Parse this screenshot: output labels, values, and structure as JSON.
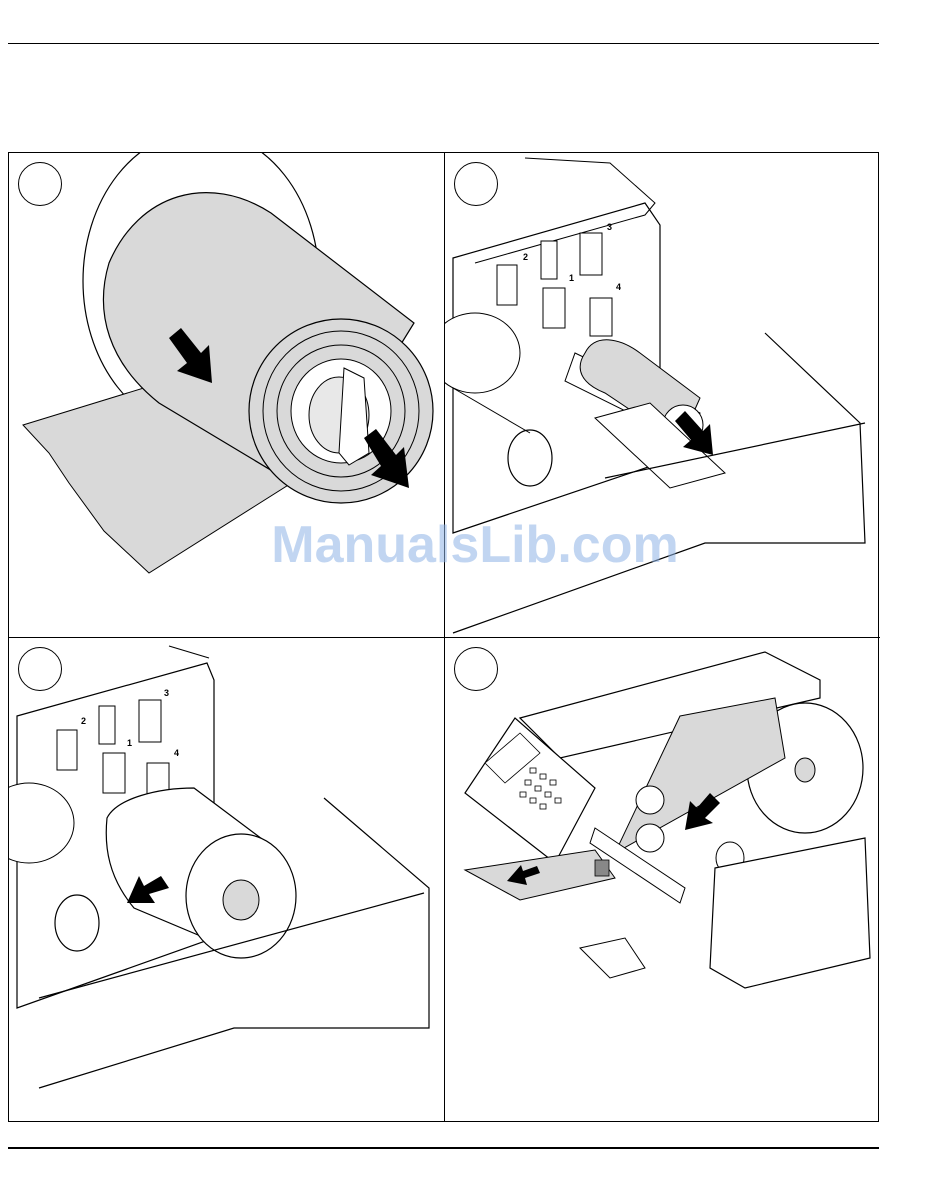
{
  "watermark": {
    "text": "ManualsLib.com"
  },
  "panels": [
    {
      "id": "1",
      "slot_numbers": []
    },
    {
      "id": "2",
      "slot_numbers": [
        "2",
        "3",
        "1",
        "4"
      ]
    },
    {
      "id": "3",
      "slot_numbers": [
        "2",
        "3",
        "1",
        "4"
      ]
    },
    {
      "id": "4",
      "slot_numbers": []
    }
  ],
  "colors": {
    "paper": "#d9d9d9",
    "line": "#000000",
    "arrow": "#000000",
    "watermark": "#8fb4e6"
  }
}
